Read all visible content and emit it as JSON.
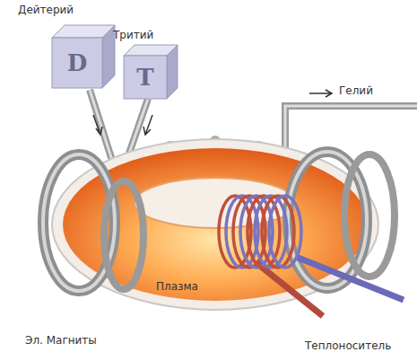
{
  "diagram": {
    "nodes": [
      {
        "text": [
          "Дейтерий",
          "D"
        ]
      },
      {
        "text": [
          "Тритий",
          "T"
        ]
      }
    ],
    "labels": [
      "Гелий",
      "Плазма",
      "Эл. Магниты",
      "Теплоноситель"
    ]
  }
}
